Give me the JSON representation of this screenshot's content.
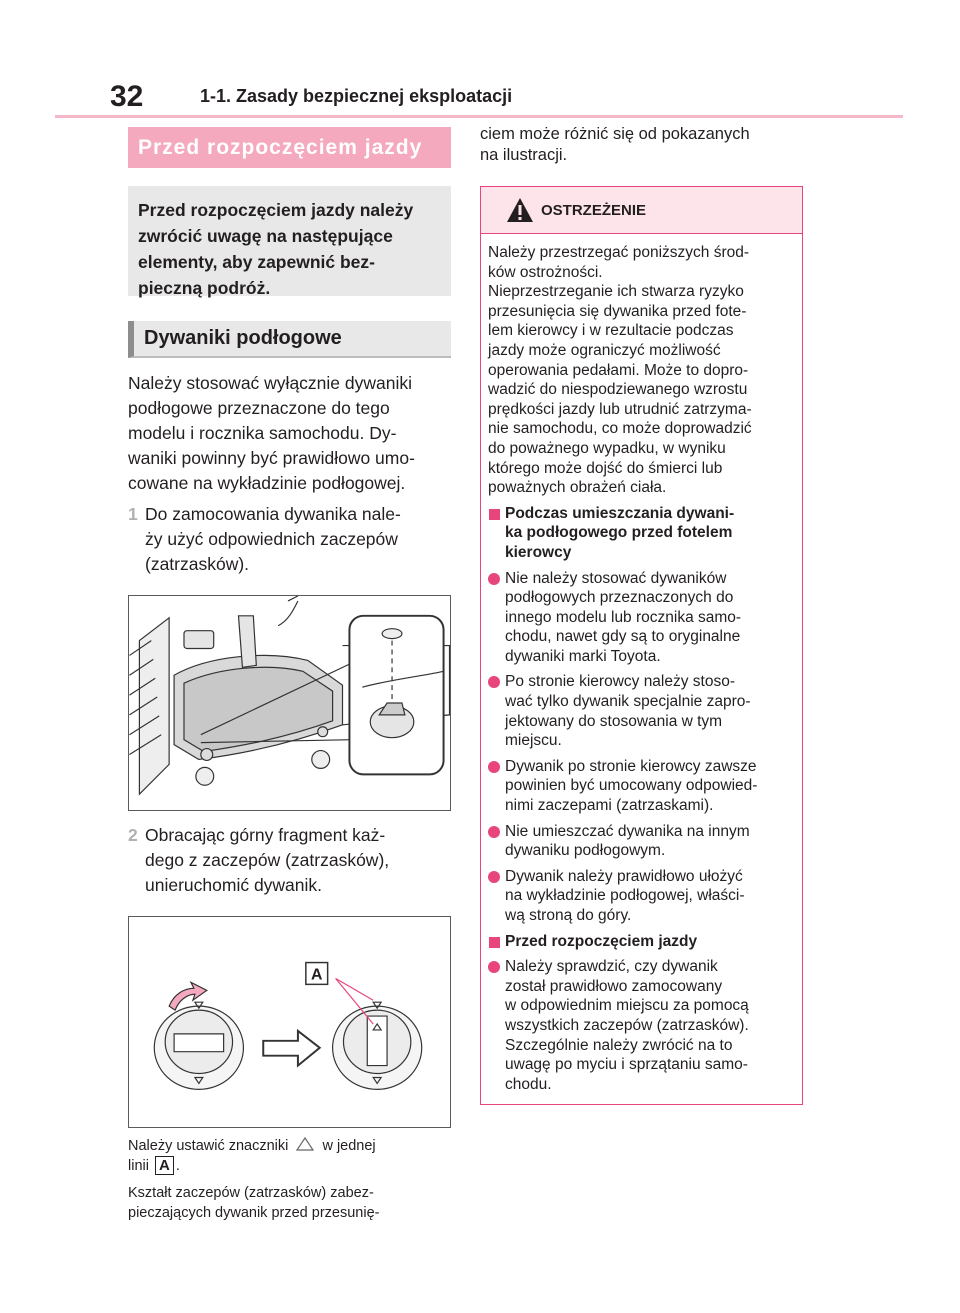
{
  "header": {
    "page_number": "32",
    "section_title": "1-1. Zasady bezpiecznej eksploatacji"
  },
  "left": {
    "banner": "Przed rozpoczęciem jazdy",
    "intro_lines": [
      "Przed rozpoczęciem jazdy należy",
      "zwrócić uwagę na następujące",
      "elementy, aby zapewnić bez-",
      "pieczną podróż."
    ],
    "subsection": "Dywaniki podłogowe",
    "para1_lines": [
      "Należy stosować wyłącznie dywaniki",
      "podłogowe przeznaczone do tego",
      "modelu i rocznika samochodu. Dy-",
      "waniki powinny być prawidłowo umo-",
      "cowane na wykładzinie podłogowej."
    ],
    "step1_num": "1",
    "step1_lines": [
      "Do zamocowania dywanika nale-",
      "ży użyć odpowiednich zaczepów",
      "(zatrzasków)."
    ],
    "step2_num": "2",
    "step2_lines": [
      "Obracając górny fragment każ-",
      "dego z zaczepów (zatrzasków),",
      "unieruchomić dywanik."
    ],
    "figure_label": "A",
    "caption_part1": "Należy ustawić znaczniki",
    "caption_part2": "w jednej",
    "caption_part3": "linii",
    "caption_badge": "A",
    "caption_end": ".",
    "shape_lines": [
      "Kształt zaczepów (zatrzasków) zabez-",
      "pieczających dywanik przed przesunię-"
    ]
  },
  "right": {
    "continue_lines": [
      "ciem może różnić się od pokazanych",
      "na ilustracji."
    ],
    "warning_title": "OSTRZEŻENIE",
    "warning_intro_lines": [
      "Należy przestrzegać poniższych środ-",
      "ków ostrożności.",
      "Nieprzestrzeganie ich stwarza ryzyko",
      "przesunięcia się dywanika przed fote-",
      "lem kierowcy i w rezultacie podczas",
      "jazdy może ograniczyć możliwość",
      "operowania pedałami. Może to dopro-",
      "wadzić do niespodziewanego wzrostu",
      "prędkości jazdy lub utrudnić zatrzyma-",
      "nie samochodu, co może doprowadzić",
      "do poważnego wypadku, w wyniku",
      "którego może dojść do śmierci lub",
      "poważnych obrażeń ciała."
    ],
    "heading1_lines": [
      "Podczas umieszczania dywani-",
      "ka podłogowego przed fotelem",
      "kierowcy"
    ],
    "items1": [
      [
        "Nie należy stosować dywaników",
        "podłogowych przeznaczonych do",
        "innego modelu lub rocznika samo-",
        "chodu, nawet gdy są to oryginalne",
        "dywaniki marki Toyota."
      ],
      [
        "Po stronie kierowcy należy stoso-",
        "wać tylko dywanik specjalnie zapro-",
        "jektowany do stosowania w tym",
        "miejscu."
      ],
      [
        "Dywanik po stronie kierowcy zawsze",
        "powinien być umocowany odpowied-",
        "nimi zaczepami (zatrzaskami)."
      ],
      [
        "Nie umieszczać dywanika na innym",
        "dywaniku podłogowym."
      ],
      [
        "Dywanik należy prawidłowo ułożyć",
        "na wykładzinie podłogowej, właści-",
        "wą stroną do góry."
      ]
    ],
    "heading2": "Przed rozpoczęciem jazdy",
    "item2_lines": [
      "Należy sprawdzić, czy dywanik",
      "został prawidłowo zamocowany",
      "w odpowiednim miejscu za pomocą",
      "wszystkich zaczepów (zatrzasków).",
      "Szczególnie należy zwrócić na to",
      "uwagę po myciu i sprzątaniu samo-",
      "chodu."
    ]
  },
  "colors": {
    "banner_pink": "#f5a9bf",
    "warning_accent": "#e8457f",
    "warning_header_bg": "#fce4ea",
    "header_rule": "#f4b8c8",
    "grey_box": "#e8e8e9"
  },
  "icons": {
    "warning": "warning-triangle-icon",
    "heading_marker": "pink-square-icon",
    "bullet": "pink-dot-icon",
    "marker": "triangle-outline-icon"
  }
}
